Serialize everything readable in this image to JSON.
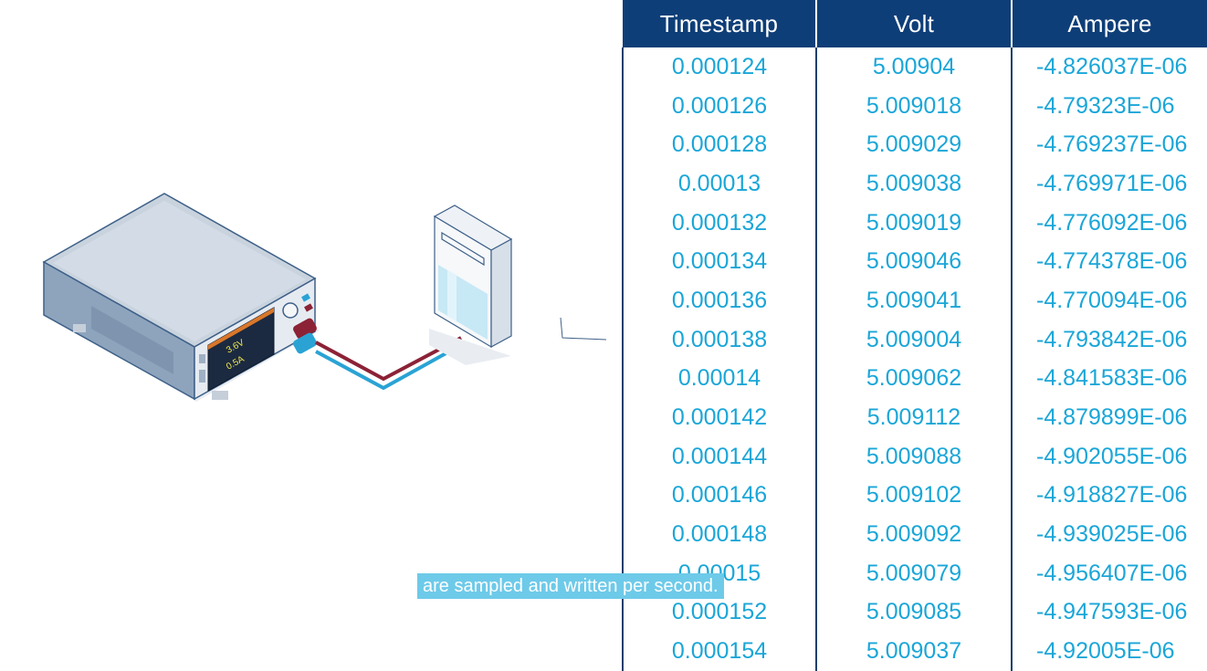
{
  "illustration": {
    "display_voltage": "3.6V",
    "display_current": "0.5A"
  },
  "table": {
    "headers": [
      "Timestamp",
      "Volt",
      "Ampere"
    ],
    "rows": [
      [
        "0.000124",
        "5.00904",
        "-4.826037E-06"
      ],
      [
        "0.000126",
        "5.009018",
        "-4.79323E-06"
      ],
      [
        "0.000128",
        "5.009029",
        "-4.769237E-06"
      ],
      [
        "0.00013",
        "5.009038",
        "-4.769971E-06"
      ],
      [
        "0.000132",
        "5.009019",
        "-4.776092E-06"
      ],
      [
        "0.000134",
        "5.009046",
        "-4.774378E-06"
      ],
      [
        "0.000136",
        "5.009041",
        "-4.770094E-06"
      ],
      [
        "0.000138",
        "5.009004",
        "-4.793842E-06"
      ],
      [
        "0.00014",
        "5.009062",
        "-4.841583E-06"
      ],
      [
        "0.000142",
        "5.009112",
        "-4.879899E-06"
      ],
      [
        "0.000144",
        "5.009088",
        "-4.902055E-06"
      ],
      [
        "0.000146",
        "5.009102",
        "-4.918827E-06"
      ],
      [
        "0.000148",
        "5.009092",
        "-4.939025E-06"
      ],
      [
        "0.00015",
        "5.009079",
        "-4.956407E-06"
      ],
      [
        "0.000152",
        "5.009085",
        "-4.947593E-06"
      ],
      [
        "0.000154",
        "5.009037",
        "-4.92005E-06"
      ]
    ]
  },
  "caption": "are sampled and written per second.",
  "colors": {
    "header_bg": "#0e3e78",
    "cell_text": "#1aa6d8",
    "caption_bg": "#6ecae9",
    "cable_red": "#8c2236",
    "cable_blue": "#2aa3d4"
  }
}
